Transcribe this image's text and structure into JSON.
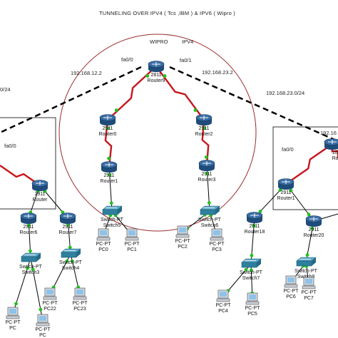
{
  "header": {
    "title": "TUNNELING  OVER  IPV4 ( Tcs ,IBM )  &  IPV6 ( Wipro )",
    "wipro": "WIPRO",
    "ipv4": "IPV4"
  },
  "subnets": {
    "left": "192.168.12.2",
    "right": "192.168.23.2",
    "right_net": "192.168.23.0/24",
    "left_net": "0/24",
    "far_right": "192.16"
  },
  "ports": {
    "center_left": "fa0/0",
    "center_right": "fa0/1",
    "left_box": "fa0/0",
    "right_box": "fa0/0"
  },
  "devices": {
    "router9": {
      "model": "2811",
      "name": "Router9"
    },
    "router0": {
      "model": "2911",
      "name": "Router0"
    },
    "router1": {
      "model": "2911",
      "name": "Router1"
    },
    "router2": {
      "model": "2911",
      "name": "Router2"
    },
    "router3": {
      "model": "2911",
      "name": "Router3"
    },
    "switch5": {
      "model": "Switch-PT",
      "name": "Switch5"
    },
    "switch6": {
      "model": "Switch-PT",
      "name": "Switch6"
    },
    "pc0": {
      "model": "PC-PT",
      "name": "PC0"
    },
    "pc1": {
      "model": "PC-PT",
      "name": "PC1"
    },
    "pc2": {
      "model": "PC-PT",
      "name": "PC2"
    },
    "pc3": {
      "model": "PC-PT",
      "name": "PC3"
    },
    "router_left": {
      "model": "2911",
      "name": "Router"
    },
    "router6": {
      "model": "2911",
      "name": "Router6"
    },
    "router7": {
      "model": "2911",
      "name": "Router7"
    },
    "switch3": {
      "model": "Switch-PT",
      "name": "Switch3"
    },
    "switch4": {
      "model": "Switch-PT",
      "name": "Switch4"
    },
    "pc22": {
      "model": "PC-PT",
      "name": "PC22"
    },
    "pc23": {
      "model": "PC-PT",
      "name": "PC23"
    },
    "pc_bl1": {
      "model": "PC-PT",
      "name": "PC"
    },
    "pc_bl2": {
      "model": "PC-PT",
      "name": "PC"
    },
    "router_r1": {
      "model": "2911",
      "name": "Router1"
    },
    "router_r2": {
      "model": "281",
      "name": "Rou"
    },
    "router18": {
      "model": "2911",
      "name": "Router18"
    },
    "router20": {
      "model": "2911",
      "name": "Router20"
    },
    "switch7": {
      "model": "Switch-PT",
      "name": "Switch7"
    },
    "switch8": {
      "model": "Switch-PT",
      "name": "Switch8"
    },
    "pc4": {
      "model": "PC-PT",
      "name": "PC4"
    },
    "pc5": {
      "model": "PC-PT",
      "name": "PC5"
    },
    "pc6": {
      "model": "PC-PT",
      "name": "PC6"
    },
    "pc7": {
      "model": "PC-PT",
      "name": "PC7"
    }
  },
  "colors": {
    "serial_link": "#c8161d",
    "ethernet_link": "#000000",
    "tunnel": "#000000",
    "link_up": "#22c21f",
    "router_body": "#3a6ea5",
    "switch_body": "#2f7f9e"
  }
}
